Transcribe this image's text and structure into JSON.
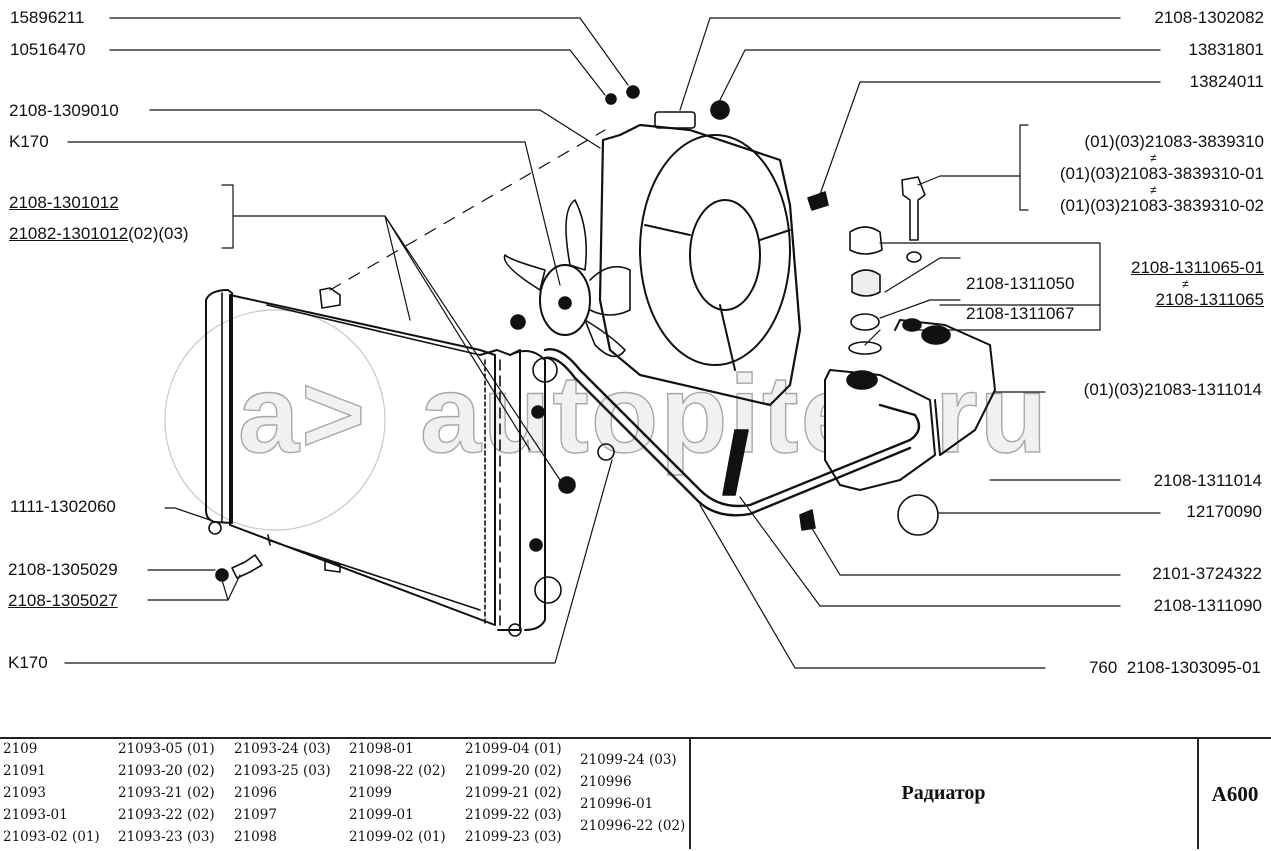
{
  "diagram": {
    "subject": "Радиатор",
    "section_code": "A600",
    "watermark": "autopiter.ru",
    "watermark_logo": "a>",
    "left_labels": [
      {
        "text": "15896211"
      },
      {
        "text": "10516470"
      },
      {
        "text": "2108-1309010"
      },
      {
        "text": "K170"
      },
      {
        "text": "2108-1301012",
        "underline": true
      },
      {
        "text": "21082-1301012",
        "underline": true,
        "suffix": "(02)(03)"
      },
      {
        "text": "1111-1302060"
      },
      {
        "text": "2108-1305029"
      },
      {
        "text": "2108-1305027",
        "underline": true
      },
      {
        "text": "K170"
      }
    ],
    "right_labels": [
      {
        "text": "2108-1302082"
      },
      {
        "text": "13831801"
      },
      {
        "text": "13824011"
      },
      {
        "text": "(01)(03)21083-3839310"
      },
      {
        "text": "(01)(03)21083-3839310-01"
      },
      {
        "text": "(01)(03)21083-3839310-02"
      },
      {
        "text": "2108-1311065-01",
        "underline": true
      },
      {
        "text": "2108-1311065",
        "underline": true
      },
      {
        "text": "2108-1311050"
      },
      {
        "text": "2108-1311067"
      },
      {
        "text": "(01)(03)21083-1311014"
      },
      {
        "text": "2108-1311014"
      },
      {
        "text": "12170090"
      },
      {
        "text": "2101-3724322"
      },
      {
        "text": "2108-1311090"
      },
      {
        "text": "760  2108-1303095-01"
      }
    ],
    "not_equal_symbol": "≠"
  },
  "footer": {
    "model_columns": [
      [
        "2109",
        "21091",
        "21093",
        "21093-01",
        "21093-02 (01)"
      ],
      [
        "21093-05 (01)",
        "21093-20 (02)",
        "21093-21 (02)",
        "21093-22 (02)",
        "21093-23 (03)"
      ],
      [
        "21093-24 (03)",
        "21093-25 (03)",
        "21096",
        "21097",
        "21098"
      ],
      [
        "21098-01",
        "21098-22 (02)",
        "21099",
        "21099-01",
        "21099-02 (01)"
      ],
      [
        "21099-04 (01)",
        "21099-20 (02)",
        "21099-21 (02)",
        "21099-22 (03)",
        "21099-23 (03)"
      ],
      [
        "21099-24 (03)",
        "210996",
        "210996-01",
        "210996-22 (02)"
      ]
    ],
    "title": "Радиатор",
    "code": "A600"
  }
}
